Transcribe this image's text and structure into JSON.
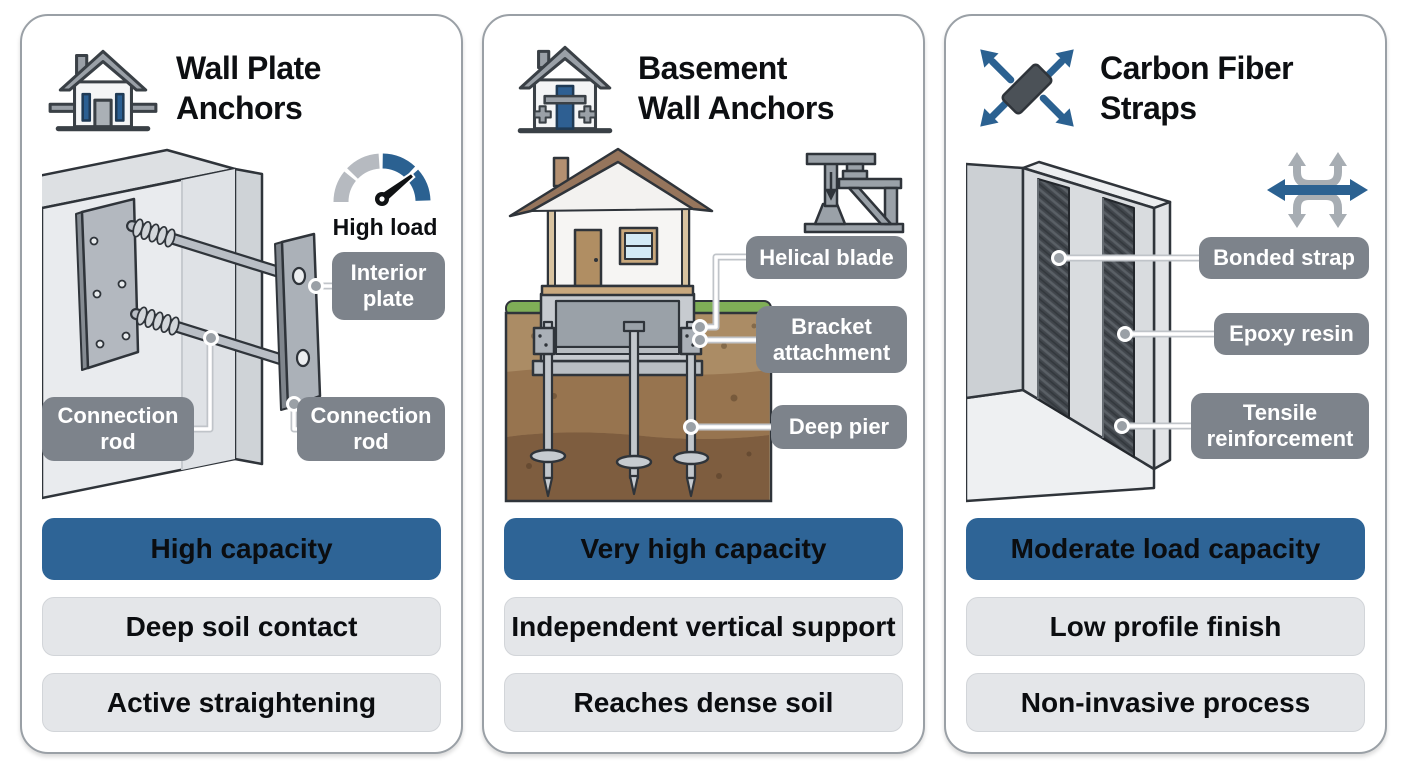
{
  "colors": {
    "accent_blue": "#2e6496",
    "icon_blue": "#2b6191",
    "callout_gray": "#7d838b",
    "pill_gray": "#e4e6e9",
    "card_border": "#9aa0a6",
    "outline_dark": "#2f343a"
  },
  "panels": [
    {
      "title_lines": [
        "Wall Plate",
        "Anchors"
      ],
      "header_icon": "house-wall-plate-icon",
      "indicator": {
        "icon": "gauge-icon",
        "label": "High load"
      },
      "callouts": [
        {
          "label": "Interior plate"
        },
        {
          "label": "Connection rod"
        },
        {
          "label": "Connection rod"
        }
      ],
      "features": [
        {
          "label": "High capacity",
          "highlight": true
        },
        {
          "label": "Deep soil contact",
          "highlight": false
        },
        {
          "label": "Active straightening",
          "highlight": false
        }
      ]
    },
    {
      "title_lines": [
        "Basement",
        "Wall Anchors"
      ],
      "header_icon": "house-basement-anchor-icon",
      "indicator": {
        "icon": "hydraulic-jack-icon",
        "label": ""
      },
      "callouts": [
        {
          "label": "Helical blade"
        },
        {
          "label": "Bracket attachment"
        },
        {
          "label": "Deep pier"
        }
      ],
      "features": [
        {
          "label": "Very high capacity",
          "highlight": true
        },
        {
          "label": "Independent vertical support",
          "highlight": false
        },
        {
          "label": "Reaches dense soil",
          "highlight": false
        }
      ]
    },
    {
      "title_lines": [
        "Carbon Fiber",
        "Straps"
      ],
      "header_icon": "strap-expansion-icon",
      "indicator": {
        "icon": "lateral-movement-arrows-icon",
        "label": ""
      },
      "callouts": [
        {
          "label": "Bonded strap"
        },
        {
          "label": "Epoxy resin"
        },
        {
          "label": "Tensile reinforcement"
        }
      ],
      "features": [
        {
          "label": "Moderate load capacity",
          "highlight": true
        },
        {
          "label": "Low profile finish",
          "highlight": false
        },
        {
          "label": "Non-invasive process",
          "highlight": false
        }
      ]
    }
  ]
}
